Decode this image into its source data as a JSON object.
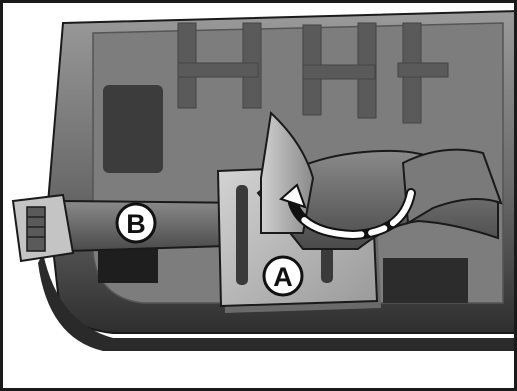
{
  "figure": {
    "callouts": [
      {
        "id": "A",
        "label": "A",
        "refers_to": "buckle-plate"
      },
      {
        "id": "B",
        "label": "B",
        "refers_to": "strap"
      }
    ],
    "colors": {
      "tray_top": "#8a8a8a",
      "tray_dark": "#3a3a3a",
      "strap": "#6e6e6e",
      "plate": "#b9b9b9",
      "arrow": "#ffffff",
      "outline": "#111111"
    },
    "icons": [
      "curved-arrow-icon",
      "strap-buckle-icon"
    ]
  }
}
